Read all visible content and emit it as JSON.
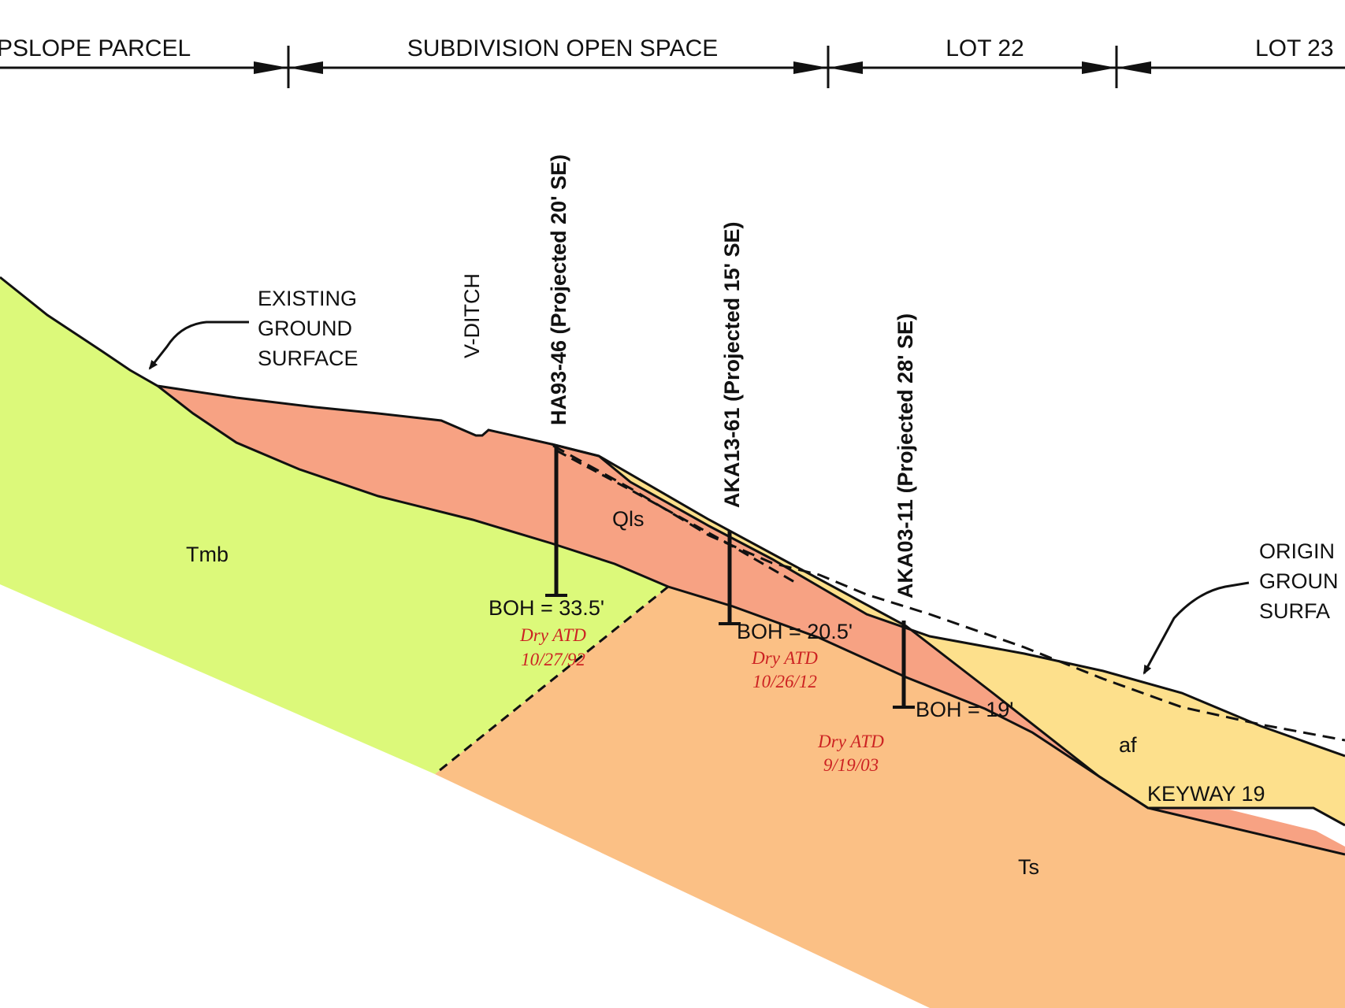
{
  "header": {
    "upslope_parcel": "PSLOPE PARCEL",
    "open_space": "SUBDIVISION OPEN SPACE",
    "lot22": "LOT 22",
    "lot23": "LOT 23"
  },
  "callouts": {
    "existing_ground": [
      "EXISTING",
      "GROUND",
      "SURFACE"
    ],
    "original_ground": [
      "ORIGIN",
      "GROUN",
      "SURFA"
    ],
    "v_ditch": "V-DITCH",
    "keyway": "KEYWAY 19"
  },
  "units": {
    "tmb": "Tmb",
    "qls": "Qls",
    "ts": "Ts",
    "af": "af"
  },
  "borings": [
    {
      "name": "HA93-46 (Projected 20' SE)",
      "boh": "BOH = 33.5'",
      "water": "Dry ATD",
      "date": "10/27/92"
    },
    {
      "name": "AKA13-61 (Projected 15' SE)",
      "boh": "BOH = 20.5'",
      "water": "Dry ATD",
      "date": "10/26/12"
    },
    {
      "name": "AKA03-11 (Projected 28' SE)",
      "boh": "BOH = 19'",
      "water": "Dry ATD",
      "date": "9/19/03"
    }
  ],
  "colors": {
    "tmb": "#dcf97a",
    "qls": "#f7a283",
    "ts": "#fbc085",
    "af": "#fde08c",
    "note": "#cc2222",
    "line": "#111111"
  }
}
